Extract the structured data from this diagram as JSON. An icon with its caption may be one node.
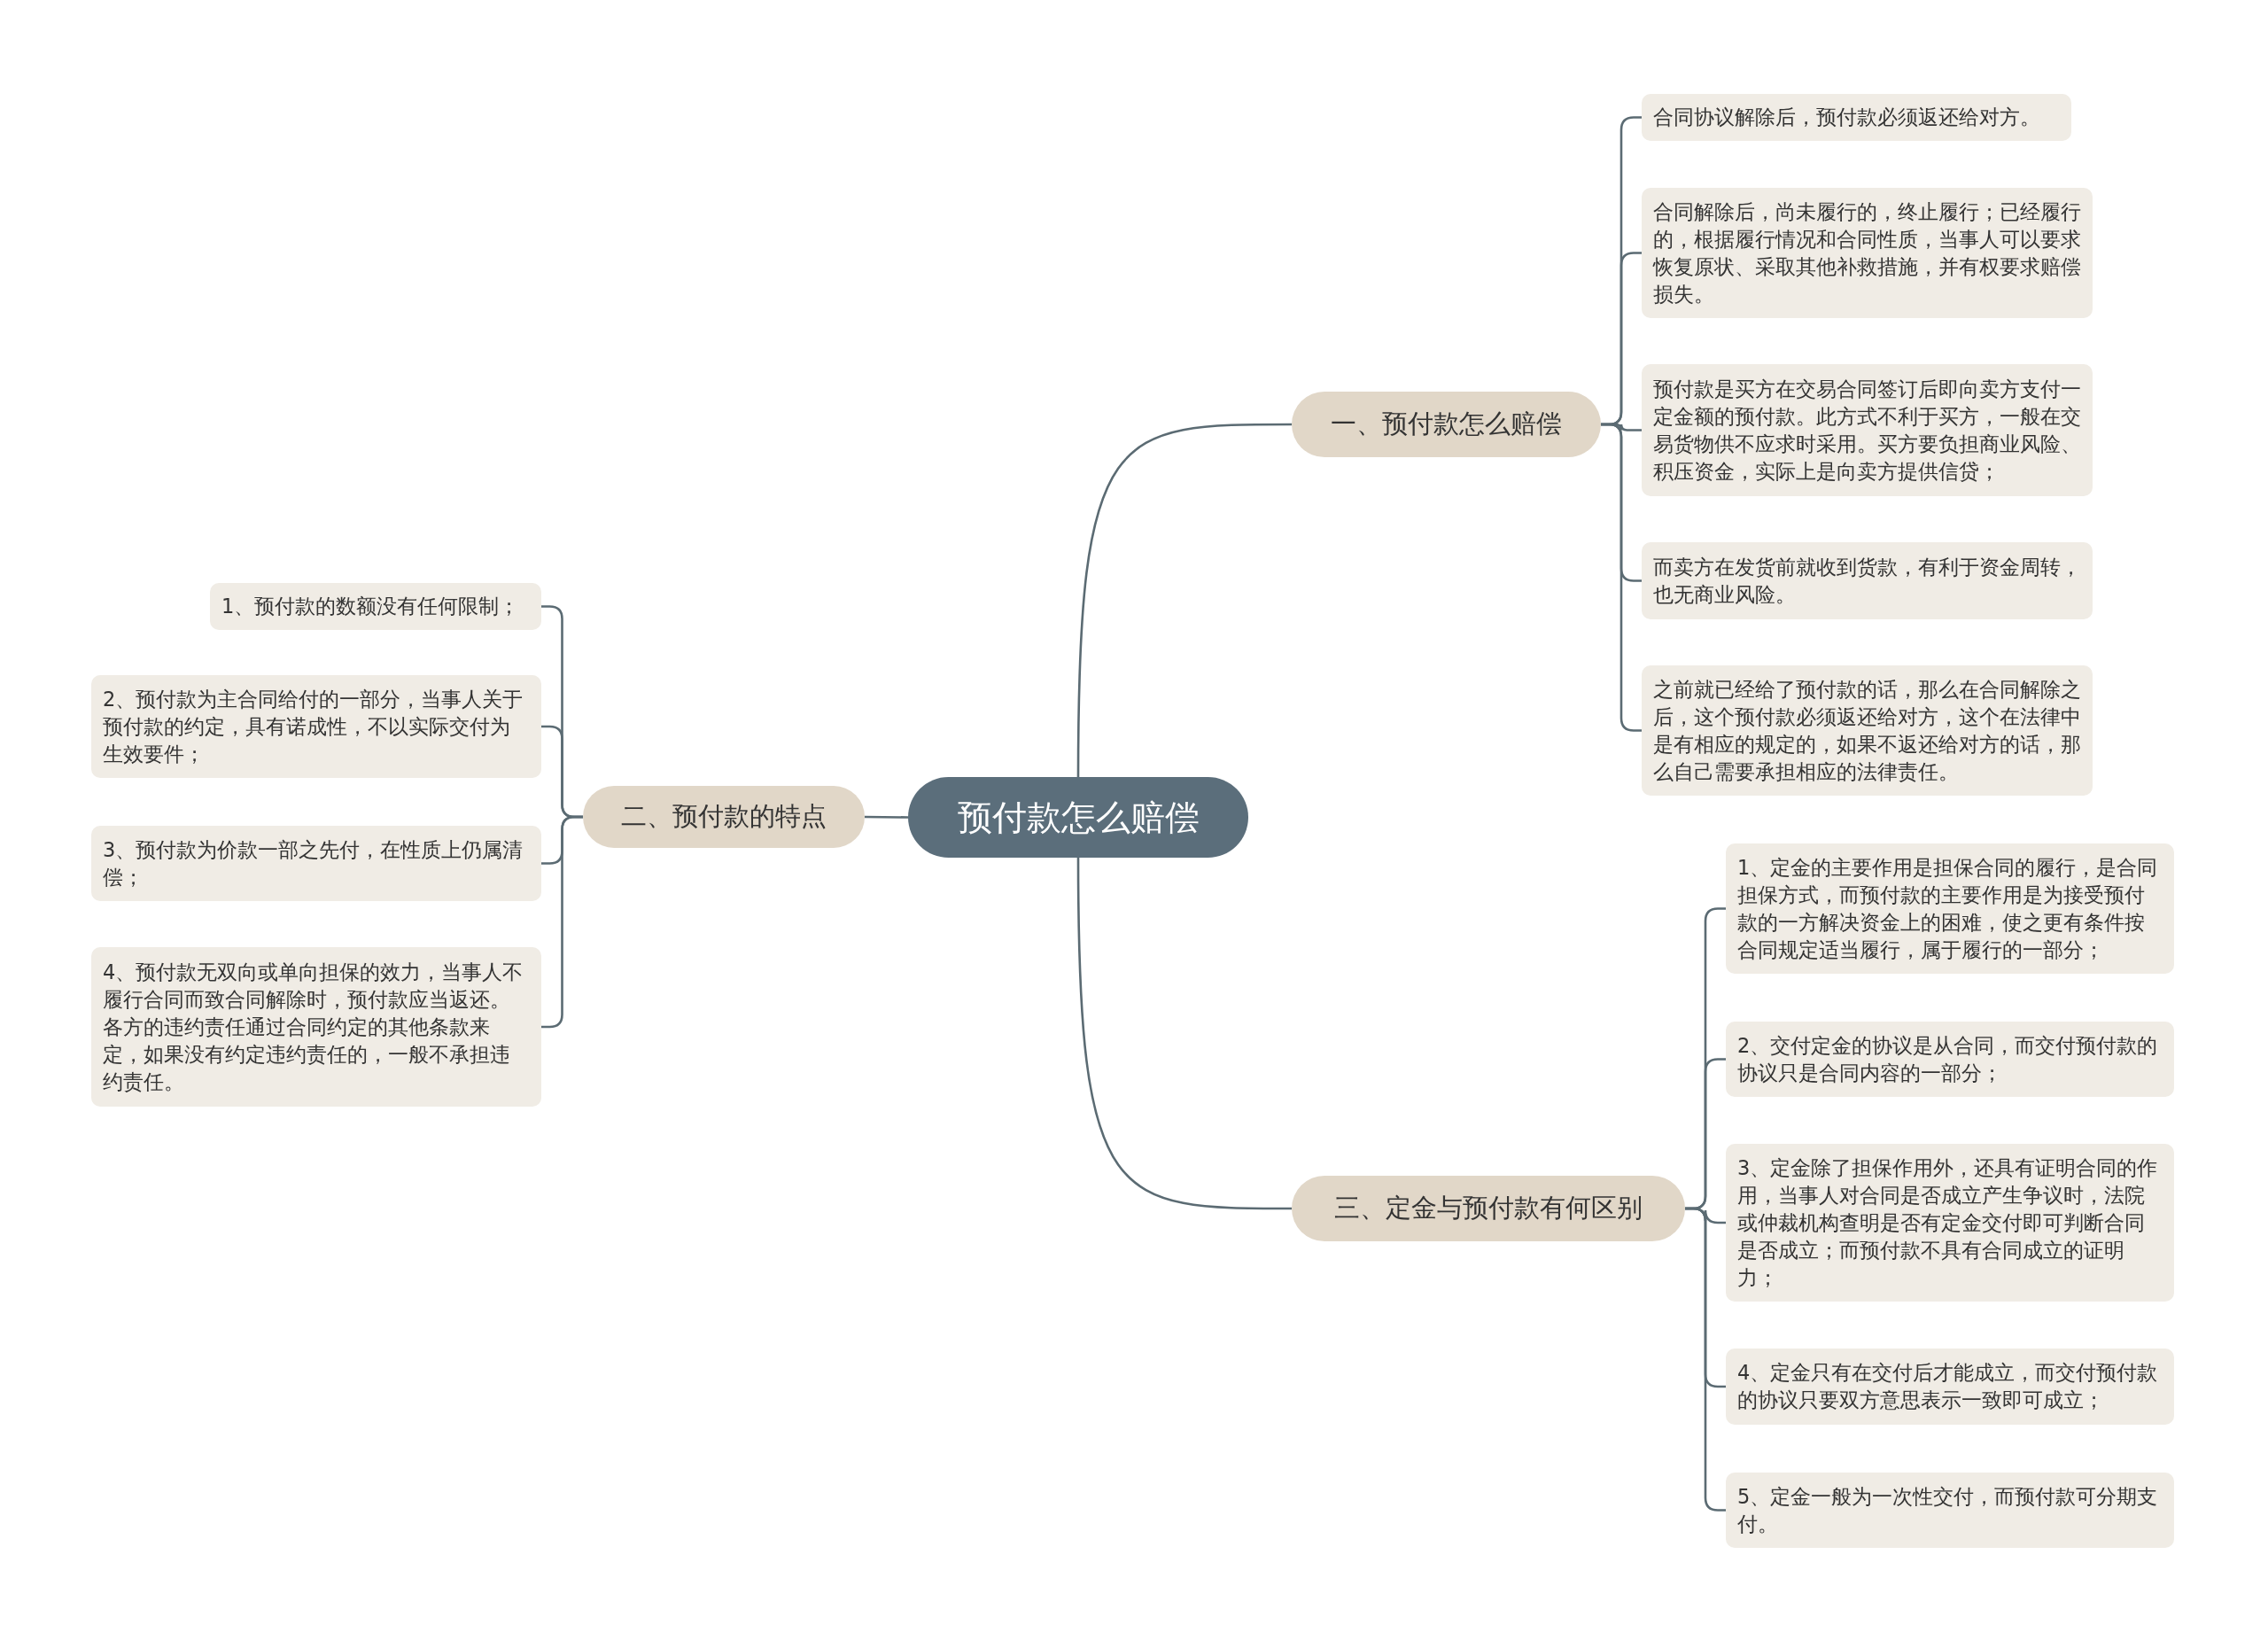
{
  "diagram": {
    "nodes": [
      {
        "text": [
          "预付款怎么赔偿"
        ]
      },
      {
        "text": [
          "一、预付款怎么赔偿"
        ]
      },
      {
        "text": [
          "合同协议解除后，预付款必须返还给对方。"
        ]
      },
      {
        "text": [
          "合同解除后，尚未履行的，终止履行；已经履行的，根据履行情况和合同性质，当事人可以要求恢复原状、采取其他补救措施，并有权要求赔偿损失。"
        ]
      },
      {
        "text": [
          "预付款是买方在交易合同签订后即向卖方支付一定金额的预付款。此方式不利于买方，一般在交易货物供不应求时采用。买方要负担商业风险、积压资金，实际上是向卖方提供信贷；"
        ]
      },
      {
        "text": [
          "而卖方在发货前就收到货款，有利于资金周转，也无商业风险。"
        ]
      },
      {
        "text": [
          "之前就已经给了预付款的话，那么在合同解除之后，这个预付款必须返还给对方，这个在法律中是有相应的规定的，如果不返还给对方的话，那么自己需要承担相应的法律责任。"
        ]
      },
      {
        "text": [
          "二、预付款的特点"
        ]
      },
      {
        "text": [
          "1、预付款的数额没有任何限制；"
        ]
      },
      {
        "text": [
          "2、预付款为主合同给付的一部分，当事人关于预付款的约定，具有诺成性，不以实际交付为生效要件；"
        ]
      },
      {
        "text": [
          "3、预付款为价款一部之先付，在性质上仍属清偿；"
        ]
      },
      {
        "text": [
          "4、预付款无双向或单向担保的效力，当事人不履行合同而致合同解除时，预付款应当返还。各方的违约责任通过合同约定的其他条款来定，如果没有约定违约责任的，一般不承担违约责任。"
        ]
      },
      {
        "text": [
          "三、定金与预付款有何区别"
        ]
      },
      {
        "text": [
          "1、定金的主要作用是担保合同的履行，是合同担保方式，而预付款的主要作用是为接受预付款的一方解决资金上的困难，使之更有条件按合同规定适当履行，属于履行的一部分；"
        ]
      },
      {
        "text": [
          "2、交付定金的协议是从合同，而交付预付款的协议只是合同内容的一部分；"
        ]
      },
      {
        "text": [
          "3、定金除了担保作用外，还具有证明合同的作用，当事人对合同是否成立产生争议时，法院或仲裁机构查明是否有定金交付即可判断合同是否成立；而预付款不具有合同成立的证明力；"
        ]
      },
      {
        "text": [
          "4、定金只有在交付后才能成立，而交付预付款的协议只要双方意思表示一致即可成立；"
        ]
      },
      {
        "text": [
          "5、定金一般为一次性交付，而预付款可分期支付。"
        ]
      }
    ],
    "edges": [
      {
        "from": 0,
        "to": 1,
        "arrow": "none"
      },
      {
        "from": 0,
        "to": 7,
        "arrow": "none"
      },
      {
        "from": 0,
        "to": 12,
        "arrow": "none"
      },
      {
        "from": 1,
        "to": 2,
        "arrow": "none"
      },
      {
        "from": 1,
        "to": 3,
        "arrow": "none"
      },
      {
        "from": 1,
        "to": 4,
        "arrow": "none"
      },
      {
        "from": 1,
        "to": 5,
        "arrow": "none"
      },
      {
        "from": 1,
        "to": 6,
        "arrow": "none"
      },
      {
        "from": 7,
        "to": 8,
        "arrow": "none"
      },
      {
        "from": 7,
        "to": 9,
        "arrow": "none"
      },
      {
        "from": 7,
        "to": 10,
        "arrow": "none"
      },
      {
        "from": 7,
        "to": 11,
        "arrow": "none"
      },
      {
        "from": 12,
        "to": 13,
        "arrow": "none"
      },
      {
        "from": 12,
        "to": 14,
        "arrow": "none"
      },
      {
        "from": 12,
        "to": 15,
        "arrow": "none"
      },
      {
        "from": 12,
        "to": 16,
        "arrow": "none"
      },
      {
        "from": 12,
        "to": 17,
        "arrow": "none"
      }
    ]
  }
}
